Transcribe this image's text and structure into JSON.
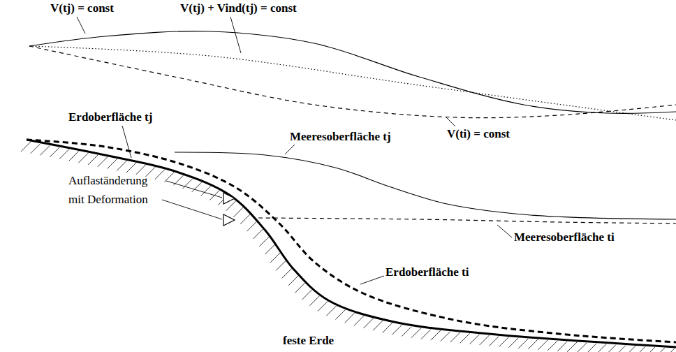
{
  "diagram": {
    "labels": [
      "V(tj) = const",
      "V(tj) + Vind(tj) = const",
      "V(ti) = const",
      "Erdoberfläche tj",
      "Meeresoberfläche tj",
      "Auflaständerung",
      "mit Deformation",
      "Meeresoberfläche ti",
      "Erdoberfläche ti",
      "feste Erde"
    ]
  }
}
